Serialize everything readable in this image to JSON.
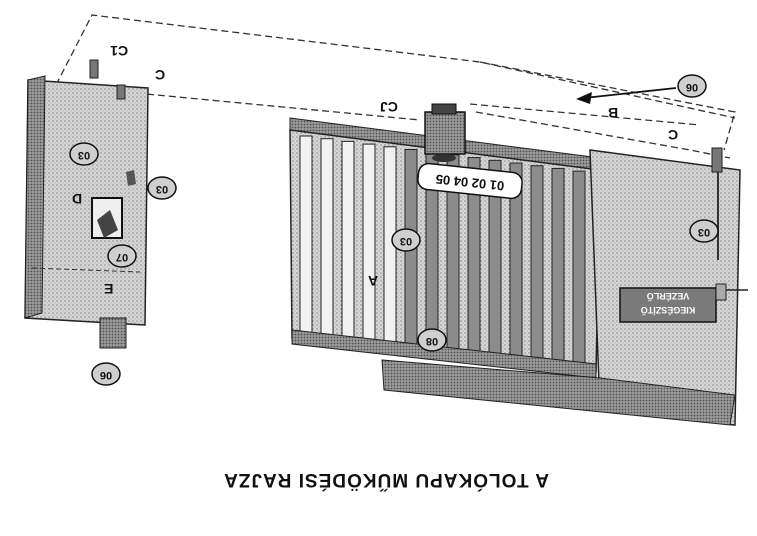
{
  "title": "A TOLÓKAPU MŰKÖDÉSI RAJZA",
  "wire_labels": {
    "c1_left": "C1",
    "c_left": "C",
    "c1_center": "CJ",
    "b": "B",
    "c_right": "C",
    "d": "D",
    "e": "E",
    "a": "A"
  },
  "callouts": {
    "c_06_top": "06",
    "c_03_left_panel": "03",
    "c_03_left_side": "03",
    "c_07": "07",
    "c_06_bottom": "06",
    "c_03_gate": "03",
    "c_08": "08",
    "c_03_right": "03"
  },
  "gate_sign": "01 02 04 05",
  "controller_box": {
    "line1": "VEZÉRLŐ",
    "line2": "KIEGÉSZÍTŐ"
  }
}
